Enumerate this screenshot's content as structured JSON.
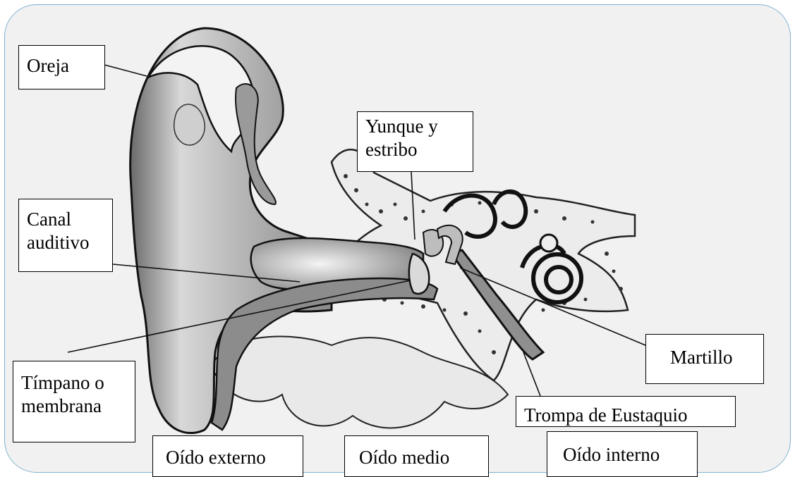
{
  "labels": {
    "oreja": "Oreja",
    "yunque_line1": "Yunque y",
    "yunque_line2": "estribo",
    "canal_line1": "Canal",
    "canal_line2": "auditivo",
    "timpano_line1": "Tímpano o",
    "timpano_line2": "membrana",
    "martillo": "Martillo",
    "trompa": "Trompa de Eustaquio",
    "oido_externo": "Oído externo",
    "oido_medio": "Oído medio",
    "oido_interno": "Oído interno"
  },
  "colors": {
    "frame_border": "#7fb2cf",
    "background": "#f1f1f1",
    "tissue_dark": "#8f8f8f",
    "tissue_light": "#e6e6e6",
    "outline": "#111111"
  }
}
